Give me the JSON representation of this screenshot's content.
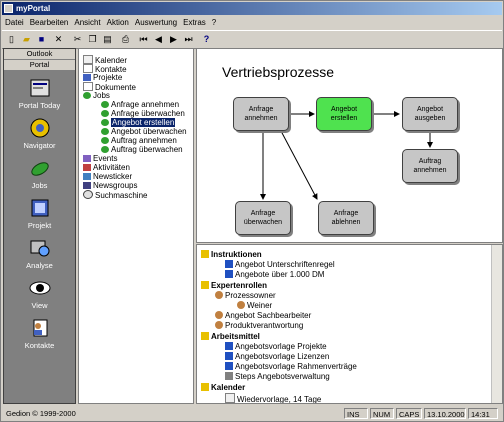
{
  "window": {
    "title": "myPortal"
  },
  "menu": [
    "Datei",
    "Bearbeiten",
    "Ansicht",
    "Aktion",
    "Auswertung",
    "Extras",
    "?"
  ],
  "toolbar": [
    "new-icon",
    "open-icon",
    "save-icon",
    "delete-icon",
    "cut-icon",
    "copy-icon",
    "paste-icon",
    "print-icon",
    "first-icon",
    "previous-icon",
    "next-icon",
    "last-icon",
    "help-icon"
  ],
  "leftbar": {
    "tabs": [
      "Outlook",
      "Portal"
    ],
    "items": [
      "Portal Today",
      "Navigator",
      "Jobs",
      "Projekt",
      "Analyse",
      "View",
      "Kontakte"
    ]
  },
  "tree": [
    {
      "label": "Kalender",
      "icon": "calendar-icon"
    },
    {
      "label": "Kontakte",
      "icon": "contacts-icon"
    },
    {
      "label": "Projekte",
      "icon": "projects-icon"
    },
    {
      "label": "Dokumente",
      "icon": "documents-icon"
    },
    {
      "label": "Jobs",
      "icon": "jobs-icon"
    },
    {
      "label": "Anfrage annehmen",
      "icon": "job-leaf-icon"
    },
    {
      "label": "Anfrage überwachen",
      "icon": "job-leaf-icon"
    },
    {
      "label": "Angebot erstellen",
      "icon": "job-leaf-icon"
    },
    {
      "label": "Angebot überwachen",
      "icon": "job-leaf-icon"
    },
    {
      "label": "Auftrag annehmen",
      "icon": "job-leaf-icon"
    },
    {
      "label": "Auftrag überwachen",
      "icon": "job-leaf-icon"
    },
    {
      "label": "Events",
      "icon": "events-icon"
    },
    {
      "label": "Aktivitäten",
      "icon": "activities-icon"
    },
    {
      "label": "Newsticker",
      "icon": "newsticker-icon"
    },
    {
      "label": "Newsgroups",
      "icon": "newsgroups-icon"
    },
    {
      "label": "Suchmaschine",
      "icon": "search-engine-icon"
    }
  ],
  "diagram": {
    "title": "Vertriebsprozesse",
    "boxes": [
      "Anfrage\nannehmen",
      "Angebot\nerstellen",
      "Angebot\nausgeben",
      "Auftrag\nannehmen",
      "Anfrage\nüberwachen",
      "Anfrage\nablehnen"
    ],
    "highlight_color": "#4fe24f"
  },
  "info": {
    "instructions_header": "Instruktionen",
    "instructions": [
      "Angebot Unterschriftenregel",
      "Angebote über 1.000 DM"
    ],
    "experts_header": "Expertenrollen",
    "experts": [
      "Prozessowner",
      "Weiner",
      "Angebot Sachbearbeiter",
      "Produktverantwortung"
    ],
    "tools_header": "Arbeitsmittel",
    "tools": [
      "Angebotsvorlage Projekte",
      "Angebotsvorlage Lizenzen",
      "Angebotsvorlage Rahmenverträge",
      "Steps Angebotsverwaltung"
    ],
    "calendar_header": "Kalender",
    "calendar": [
      "Wiedervorlage, 14 Tage"
    ]
  },
  "status": {
    "copyright": "Gedion © 1999-2000",
    "ins": "INS",
    "num": "NUM",
    "caps": "CAPS",
    "date": "13.10.2000",
    "time": "14:31"
  }
}
